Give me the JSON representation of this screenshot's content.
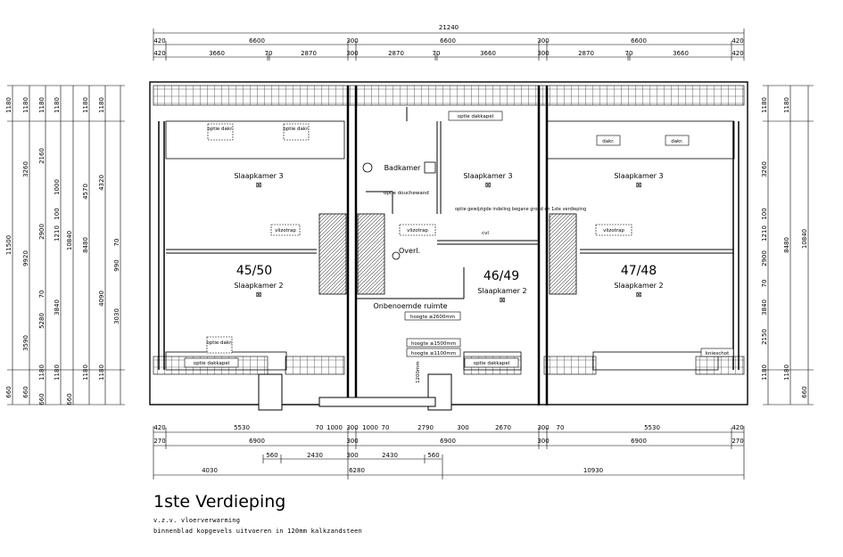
{
  "title": "1ste Verdieping",
  "subtitle_lines": [
    "v.z.v. vloerverwarming",
    "binnenblad kopgevels uitvoeren in 120mm kalkzandsteen"
  ],
  "dimensions": {
    "top_total": "21240",
    "top_row1": [
      "420",
      "6600",
      "300",
      "6600",
      "300",
      "6600",
      "420"
    ],
    "top_row2": [
      "420",
      "3660",
      "70",
      "2870",
      "300",
      "2870",
      "70",
      "3660",
      "300",
      "2870",
      "70",
      "3660",
      "420"
    ],
    "bottom_row1": [
      "420",
      "5530",
      "70",
      "1000",
      "300",
      "1000",
      "70",
      "2790",
      "300",
      "2670",
      "300",
      "70",
      "5530",
      "420"
    ],
    "bottom_row2": [
      "270",
      "6900",
      "300",
      "6900",
      "300",
      "6900",
      "270"
    ],
    "bottom_row3": [
      "560",
      "2430",
      "300",
      "2430",
      "560"
    ],
    "bottom_row4": [
      "4030",
      "6280",
      "10930"
    ],
    "left_col_a": [
      "1180",
      "11500",
      "660"
    ],
    "left_col_b": [
      "1180",
      "3260",
      "9920",
      "3590",
      "660"
    ],
    "left_col_c": [
      "1180",
      "2160",
      "2900",
      "70",
      "5280",
      "1180",
      "660"
    ],
    "left_col_d": [
      "1180",
      "100",
      "1210",
      "1000",
      "10840",
      "3840",
      "1180",
      "660"
    ],
    "left_col_e": [
      "1180",
      "4570",
      "8480",
      "1180"
    ],
    "left_col_f": [
      "1180",
      "4320",
      "70",
      "990",
      "4090",
      "3030",
      "1180"
    ],
    "right_col_a": [
      "1180",
      "3260",
      "100",
      "1210",
      "2900",
      "70",
      "3840",
      "2150",
      "1180"
    ],
    "right_col_b": [
      "1180",
      "8480",
      "1180"
    ],
    "right_col_c": [
      "10840",
      "660"
    ]
  },
  "rooms": {
    "unit_left": "45/50",
    "unit_mid": "46/49",
    "unit_right": "47/48",
    "slaapkamer3": "Slaapkamer 3",
    "slaapkamer2": "Slaapkamer 2",
    "badkamer": "Badkamer",
    "overl": "Overl.",
    "onbenoemde": "Onbenoemde ruimte"
  },
  "notes": {
    "optie_dakr": "optie dakr.",
    "dakr": "dakr.",
    "optie_dakkapel": "optie dakkapel",
    "vlizotrap": "vlizotrap",
    "optie_douchewand": "optie douchewand",
    "gewijzigde": "optie gewijzigde indeling begane grond en 1ste verdieping",
    "hoogte2600": "hoogte ≥2600mm",
    "hoogte1500": "hoogte ≥1500mm",
    "hoogte1100": "hoogte ≥1100mm",
    "knieschot": "knieschot",
    "cv": "cvl",
    "h1200": "1200mm"
  }
}
